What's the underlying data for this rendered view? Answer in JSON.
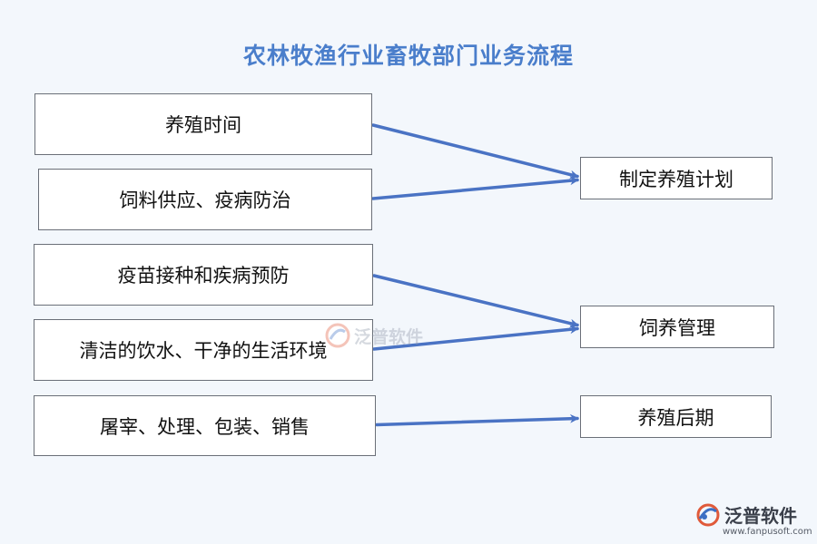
{
  "title": "农林牧渔行业畜牧部门业务流程",
  "inputs": [
    {
      "id": "in1",
      "label": "养殖时间"
    },
    {
      "id": "in2",
      "label": "饲料供应、疫病防治"
    },
    {
      "id": "in3",
      "label": "疫苗接种和疾病预防"
    },
    {
      "id": "in4",
      "label": "清洁的饮水、干净的生活环境"
    },
    {
      "id": "in5",
      "label": "屠宰、处理、包装、销售"
    }
  ],
  "outputs": [
    {
      "id": "out1",
      "label": "制定养殖计划"
    },
    {
      "id": "out2",
      "label": "饲养管理"
    },
    {
      "id": "out3",
      "label": "养殖后期"
    }
  ],
  "edges": [
    {
      "from": "in1",
      "to": "out1"
    },
    {
      "from": "in2",
      "to": "out1"
    },
    {
      "from": "in3",
      "to": "out2"
    },
    {
      "from": "in4",
      "to": "out2"
    },
    {
      "from": "in5",
      "to": "out3"
    }
  ],
  "watermark": {
    "name": "泛普软件",
    "url": "www.fanpusoft.com"
  },
  "colors": {
    "title": "#4a7ecb",
    "arrow": "#4a73c4",
    "border": "#6a6f78"
  }
}
